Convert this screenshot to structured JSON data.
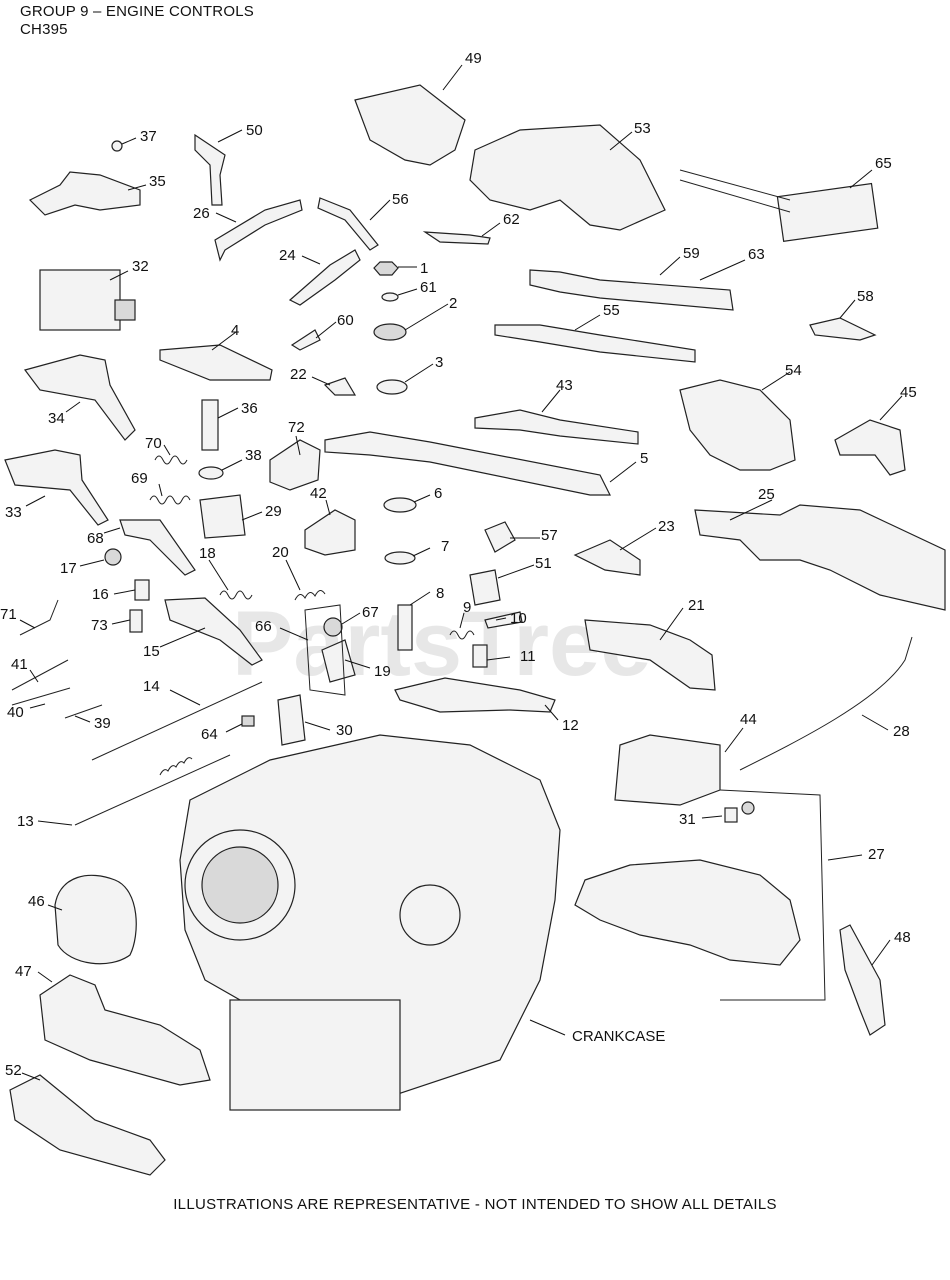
{
  "header": {
    "group_title": "GROUP 9 – ENGINE CONTROLS",
    "model": "CH395"
  },
  "footer": {
    "disclaimer": "ILLUSTRATIONS ARE REPRESENTATIVE - NOT INTENDED TO SHOW ALL DETAILS"
  },
  "watermark": "PartsTree",
  "crankcase_label": "CRANKCASE",
  "callouts": {
    "c1": "1",
    "c2": "2",
    "c3": "3",
    "c4": "4",
    "c5": "5",
    "c6": "6",
    "c7": "7",
    "c8": "8",
    "c9": "9",
    "c10": "10",
    "c11": "11",
    "c12": "12",
    "c13": "13",
    "c14": "14",
    "c15": "15",
    "c16": "16",
    "c17": "17",
    "c18": "18",
    "c19": "19",
    "c20": "20",
    "c21": "21",
    "c22": "22",
    "c23": "23",
    "c24": "24",
    "c25": "25",
    "c26": "26",
    "c27": "27",
    "c28": "28",
    "c29": "29",
    "c30": "30",
    "c31": "31",
    "c32": "32",
    "c33": "33",
    "c34": "34",
    "c35": "35",
    "c36": "36",
    "c37": "37",
    "c38": "38",
    "c39": "39",
    "c40": "40",
    "c41": "41",
    "c42": "42",
    "c43": "43",
    "c44": "44",
    "c45": "45",
    "c46": "46",
    "c47": "47",
    "c48": "48",
    "c49": "49",
    "c50": "50",
    "c51": "51",
    "c52": "52",
    "c53": "53",
    "c54": "54",
    "c55": "55",
    "c56": "56",
    "c57": "57",
    "c58": "58",
    "c59": "59",
    "c60": "60",
    "c61": "61",
    "c62": "62",
    "c63": "63",
    "c64": "64",
    "c65": "65",
    "c66": "66",
    "c67": "67",
    "c68": "68",
    "c69": "69",
    "c70": "70",
    "c71": "71",
    "c72": "72",
    "c73": "73"
  }
}
